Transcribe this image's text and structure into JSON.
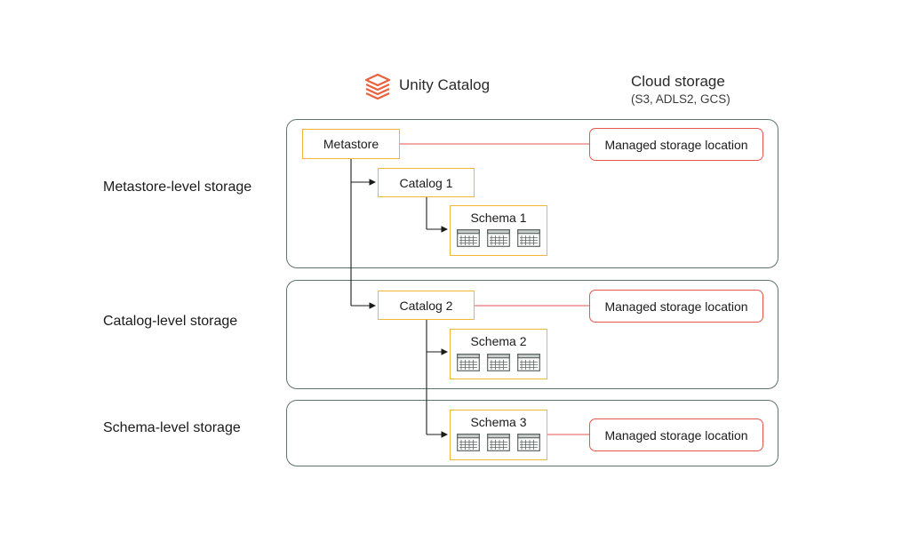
{
  "header": {
    "unity_catalog": "Unity Catalog",
    "cloud_storage": "Cloud storage",
    "cloud_storage_providers": "(S3, ADLS2, GCS)"
  },
  "levels": {
    "metastore": "Metastore-level storage",
    "catalog": "Catalog-level storage",
    "schema": "Schema-level storage"
  },
  "nodes": {
    "metastore": "Metastore",
    "catalog1": "Catalog 1",
    "catalog2": "Catalog 2",
    "schema1": "Schema 1",
    "schema2": "Schema 2",
    "schema3": "Schema 3"
  },
  "storage": {
    "metastore_location": "Managed storage location",
    "catalog_location": "Managed storage location",
    "schema_location": "Managed storage location"
  },
  "colors": {
    "logo": "#e8623d",
    "node_border": "#f2b53c",
    "storage_border": "#e8554a",
    "band_border": "#5d7470",
    "connector": "#1b1b1b",
    "storage_link": "#e8554a"
  },
  "icons": {
    "logo": "stacked-layers-icon",
    "table": "table-icon"
  }
}
